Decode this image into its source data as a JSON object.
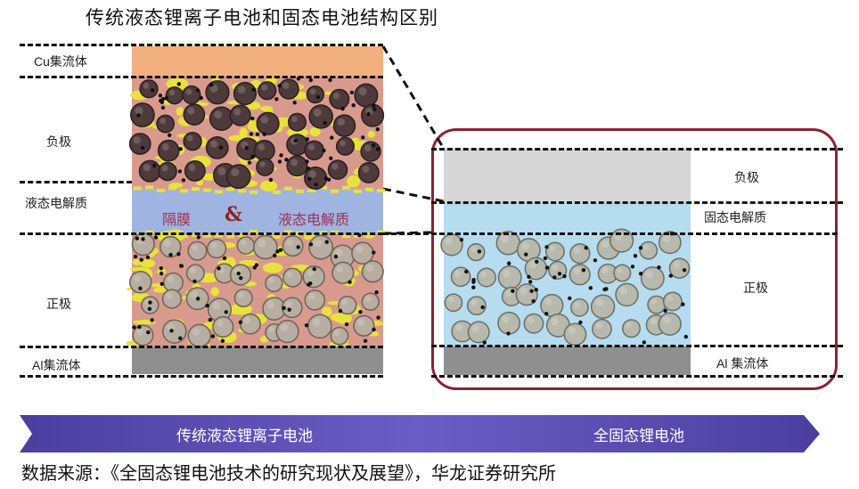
{
  "title": "传统液态锂离子电池和固态电池结构区别",
  "left_cell": {
    "labels": {
      "cu_collector": "Cu集流体",
      "anode": "负极",
      "liquid_electrolyte": "液态电解质",
      "cathode": "正极",
      "al_collector": "Al集流体"
    },
    "separator_label": "隔膜",
    "ampersand": "&",
    "electrolyte_label": "液态电解质"
  },
  "right_cell": {
    "labels": {
      "anode": "负极",
      "solid_electrolyte": "固态电解质",
      "cathode": "正极",
      "al_collector": "Al 集流体"
    }
  },
  "banner": {
    "left_text": "传统液态锂离子电池",
    "right_text": "全固态锂电池"
  },
  "source": "数据来源：《全固态锂电池技术的研究现状及展望》，华龙证券研究所",
  "colors": {
    "cu": "#f1b07e",
    "anode_bg": "#d99a8e",
    "yellow": "#e8e23a",
    "electrolyte_blue": "#9fb4e0",
    "al": "#8f8f8f",
    "solid_blue": "#b5dcef",
    "solid_anode": "#d6d6d6",
    "frame": "#8c2232",
    "banner": "#5a4bb0"
  }
}
